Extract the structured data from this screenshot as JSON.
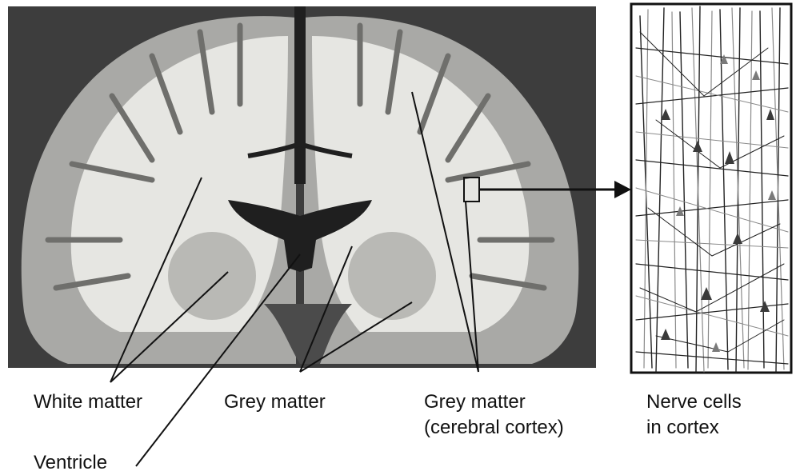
{
  "labels": {
    "white_matter": "White matter",
    "grey_matter": "Grey matter",
    "cortex_line1": "Grey matter",
    "cortex_line2": "(cerebral cortex)",
    "nerve_line1": "Nerve cells",
    "nerve_line2": "in cortex",
    "ventricle": "Ventricle"
  },
  "colors": {
    "photo_background": "#3d3d3d",
    "white_matter": "#e6e6e2",
    "grey_matter": "#a9a9a6",
    "ventricle": "#1f1f1f",
    "line": "#111111",
    "neuron_dark": "#222222",
    "neuron_grey": "#8a8a8a"
  }
}
